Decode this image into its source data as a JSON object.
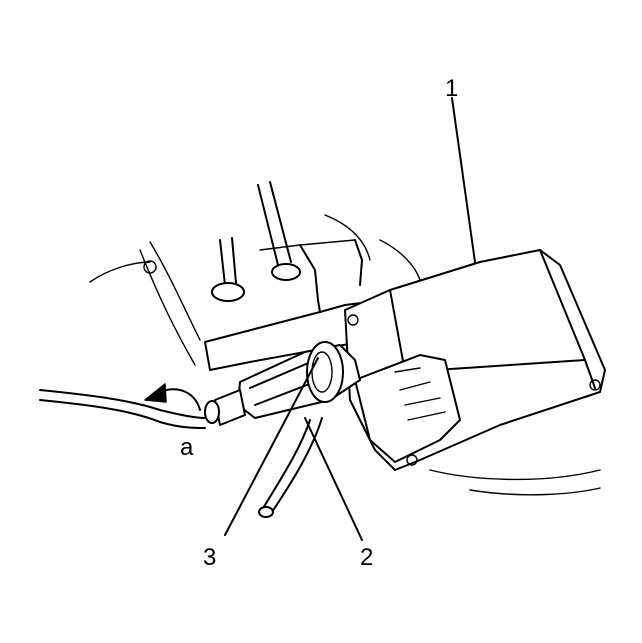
{
  "callouts": [
    {
      "id": "1",
      "label": "1"
    },
    {
      "id": "2",
      "label": "2"
    },
    {
      "id": "3",
      "label": "3"
    },
    {
      "id": "a",
      "label": "a"
    }
  ],
  "colors": {
    "line": "#000000",
    "background": "#ffffff"
  }
}
